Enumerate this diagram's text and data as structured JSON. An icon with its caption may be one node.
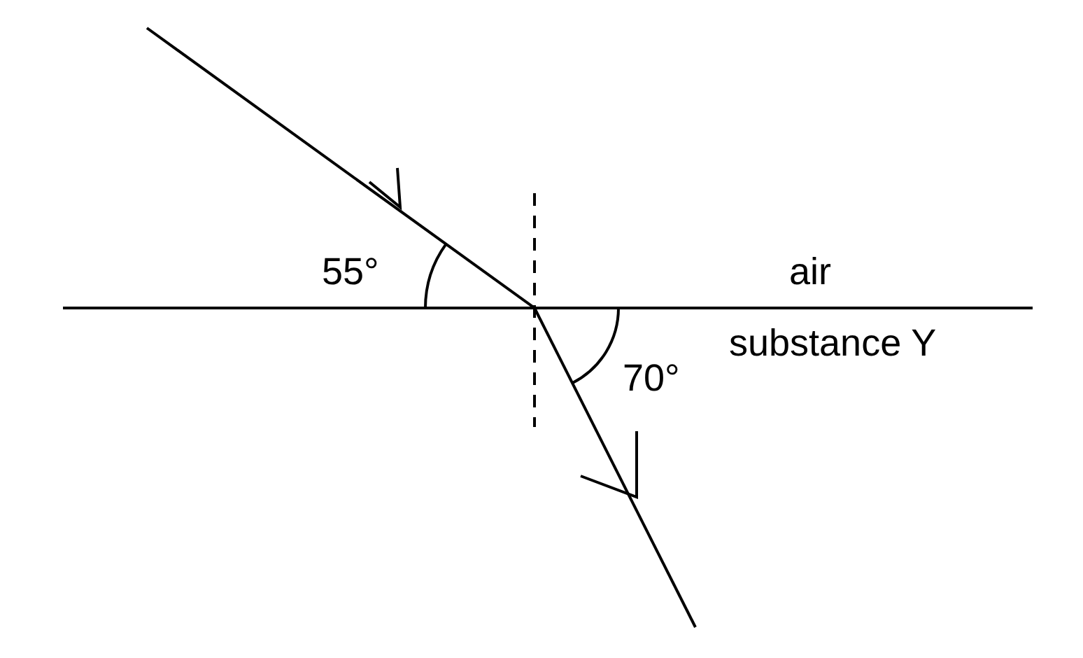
{
  "diagram": {
    "labels": [
      "55°",
      "air",
      "substance Y",
      "70°"
    ]
  }
}
